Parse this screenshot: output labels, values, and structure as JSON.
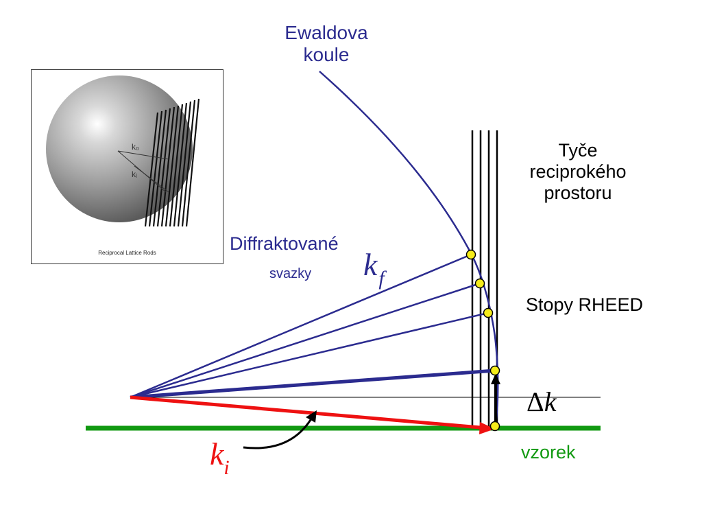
{
  "labels": {
    "ewald_line1": "Ewaldova",
    "ewald_line2": "koule",
    "rods_line1": "Tyče",
    "rods_line2": "reciprokého",
    "rods_line3": "prostoru",
    "diffracted_line1": "Diffraktované",
    "diffracted_line2": "svazky",
    "spots": "Stopy RHEED",
    "sample": "vzorek"
  },
  "symbols": {
    "kf_base": "k",
    "kf_sub": "f",
    "ki_base": "k",
    "ki_sub": "i",
    "dk_delta": "Δ",
    "dk_base": "k"
  },
  "inset": {
    "caption": "Reciprocal Lattice Rods",
    "ko_label": "k₀",
    "ki_label": "kᵢ"
  },
  "colors": {
    "beam_blue": "#2b2b8f",
    "incident_red": "#ee1111",
    "sample_green": "#119911",
    "spot_yellow": "#f5ec1a"
  }
}
